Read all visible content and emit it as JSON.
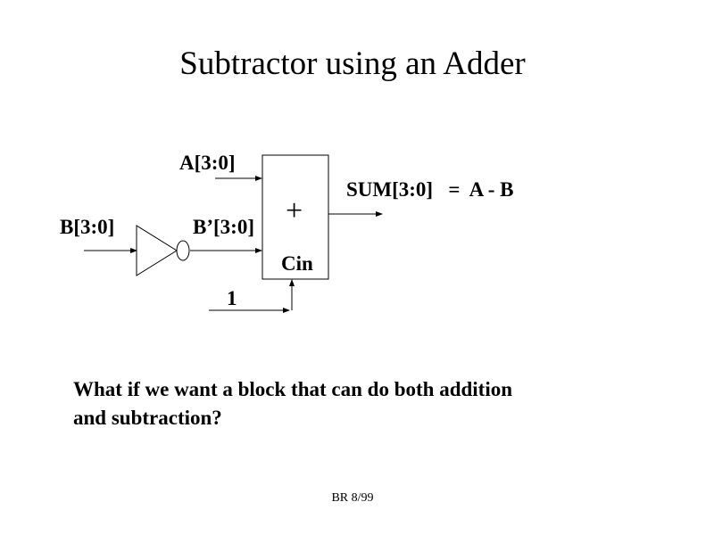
{
  "slide": {
    "title": "Subtractor using an Adder",
    "footer": "BR 8/99"
  },
  "diagram": {
    "inputs": {
      "a": "A[3:0]",
      "b": "B[3:0]",
      "b_inverted": "B’[3:0]",
      "carry_in_value": "1"
    },
    "adder": {
      "symbol": "+",
      "carry_in_label": "Cin"
    },
    "output": {
      "label": "SUM[3:0]   =  A - B"
    },
    "components": [
      "adder-block",
      "inverter"
    ]
  },
  "question": {
    "line1": "What if we want a block that can do both addition",
    "line2": "and subtraction?"
  }
}
